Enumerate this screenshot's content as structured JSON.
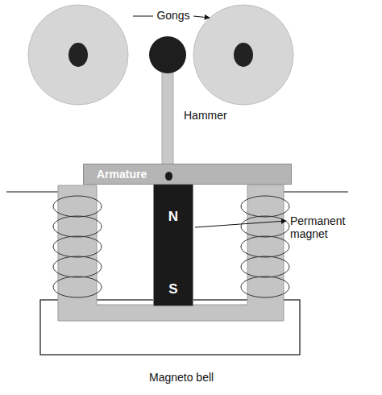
{
  "diagram": {
    "nodes": [
      {
        "text": [
          "Armature"
        ]
      },
      {
        "text": [
          "N",
          "S"
        ]
      }
    ],
    "labels": [
      "Gongs",
      "Hammer",
      "Permanent magnet",
      "Magneto bell"
    ]
  }
}
